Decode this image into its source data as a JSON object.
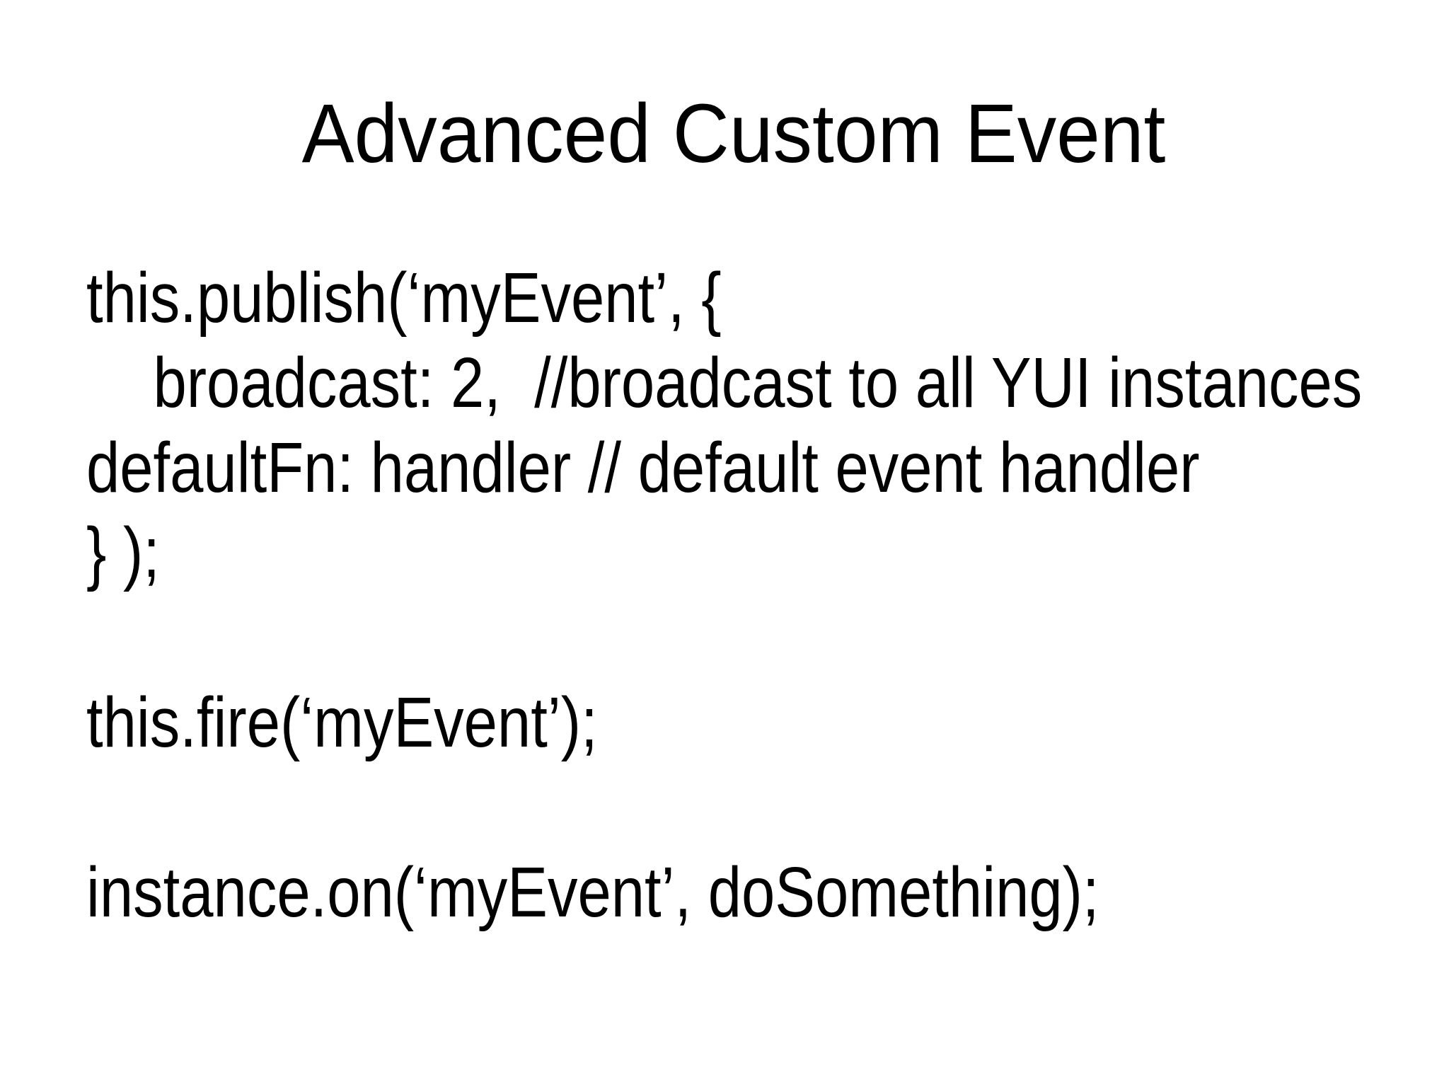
{
  "slide": {
    "title": "Advanced Custom Event",
    "code_lines": [
      "this.publish(‘myEvent’, {",
      "    broadcast: 2,  //broadcast to all YUI instances",
      "defaultFn: handler // default event handler",
      "} );",
      "",
      "this.fire(‘myEvent’);",
      "",
      "instance.on(‘myEvent’, doSomething);"
    ],
    "colors": {
      "background": "#FFFFFF",
      "text": "#000000"
    }
  }
}
